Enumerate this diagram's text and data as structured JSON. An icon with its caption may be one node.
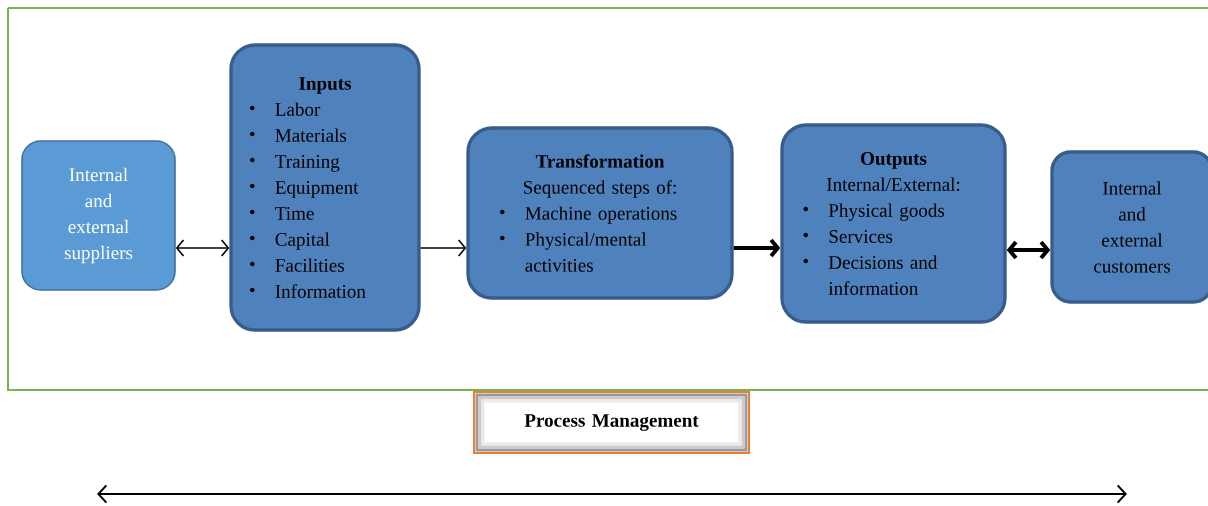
{
  "diagram": {
    "nodes": [
      {
        "text": [
          "Internal and external suppliers"
        ]
      },
      {
        "text": [
          "Inputs",
          "Labor",
          "Materials",
          "Training",
          "Equipment",
          "Time",
          "Capital",
          "Facilities",
          "Information"
        ]
      },
      {
        "text": [
          "Transformation",
          "Sequenced steps of:",
          "Machine operations",
          "Physical/mental activities"
        ]
      },
      {
        "text": [
          "Outputs",
          "Internal/External:",
          "Physical goods",
          "Services",
          "Decisions and information"
        ]
      },
      {
        "text": [
          "Internal and external customers"
        ]
      },
      {
        "text": [
          "Process Management"
        ]
      }
    ],
    "edges": [
      {
        "from": 0,
        "to": 1,
        "arrow": "both"
      },
      {
        "from": 1,
        "to": 2,
        "arrow": "to"
      },
      {
        "from": 2,
        "to": 3,
        "arrow": "to",
        "style": "thick"
      },
      {
        "from": 3,
        "to": 4,
        "arrow": "both",
        "style": "thick"
      }
    ]
  }
}
